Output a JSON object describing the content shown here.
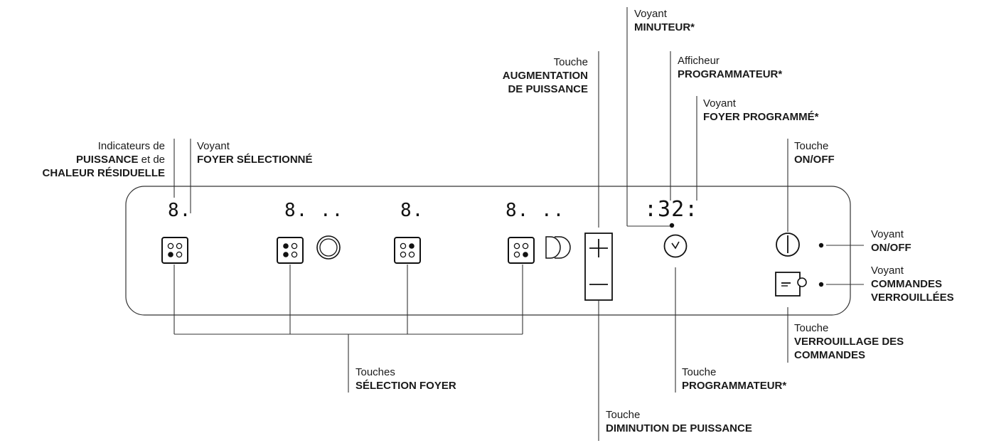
{
  "labels": {
    "power_indicators": {
      "line1": "Indicateurs de",
      "line2_bold": "PUISSANCE",
      "line2_rest": " et de",
      "line3": "CHALEUR RÉSIDUELLE"
    },
    "zone_selected_light": {
      "line1": "Voyant",
      "line2": "FOYER SÉLECTIONNÉ"
    },
    "increase_key": {
      "line1": "Touche",
      "line2": "AUGMENTATION",
      "line3": "DE PUISSANCE"
    },
    "timer_light": {
      "line1": "Voyant",
      "line2": "MINUTEUR*"
    },
    "programmer_display": {
      "line1": "Afficheur",
      "line2": "PROGRAMMATEUR*"
    },
    "programmed_zone_light": {
      "line1": "Voyant",
      "line2": "FOYER PROGRAMMÉ*"
    },
    "onoff_key": {
      "line1": "Touche",
      "line2": "ON/OFF"
    },
    "onoff_light": {
      "line1": "Voyant",
      "line2": "ON/OFF"
    },
    "locked_light": {
      "line1": "Voyant",
      "line2": "COMMANDES",
      "line3": "VERROUILLÉES"
    },
    "lock_key": {
      "line1": "Touche",
      "line2": "VERROUILLAGE DES",
      "line3": "COMMANDES"
    },
    "programmer_key": {
      "line1": "Touche",
      "line2": "PROGRAMMATEUR*"
    },
    "decrease_key": {
      "line1": "Touche",
      "line2": "DIMINUTION DE PUISSANCE"
    },
    "zone_select_keys": {
      "line1": "Touches",
      "line2": "SÉLECTION FOYER"
    }
  },
  "displays": {
    "zone1": "8.",
    "zone2": "8. ..",
    "zone3": "8.",
    "zone4": "8. ..",
    "timer": ":32:"
  },
  "icons": [
    "zone-key-icon",
    "round-zone-icon",
    "oval-zone-icon",
    "plus-icon",
    "minus-icon",
    "clock-icon",
    "power-icon",
    "lock-icon"
  ]
}
